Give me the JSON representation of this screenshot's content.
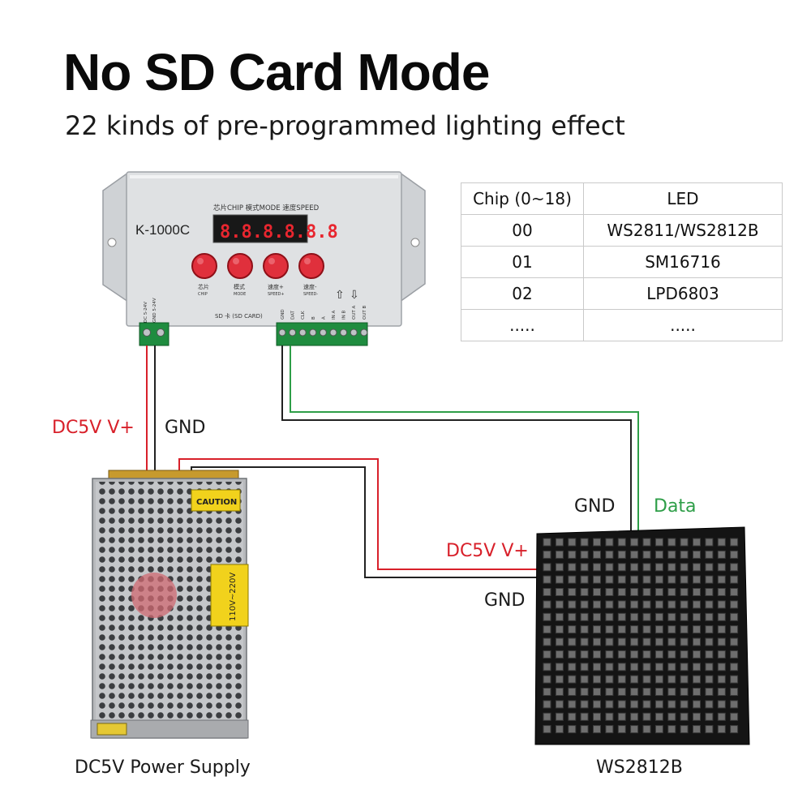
{
  "title": "No SD Card Mode",
  "subtitle": "22 kinds of pre-programmed lighting effect",
  "controller": {
    "model": "K-1000C",
    "display": "8.8.8.8.8.8",
    "header_label": "芯片CHIP  模式MODE  速度SPEED",
    "buttons": [
      {
        "label": "芯片",
        "sub": "CHIP"
      },
      {
        "label": "模式",
        "sub": "MODE"
      },
      {
        "label": "速度+",
        "sub": "SPEED+"
      },
      {
        "label": "速度-",
        "sub": "SPEED-"
      }
    ],
    "sd_label": "SD 卡 (SD CARD)",
    "input_terminals": [
      "DC 5-24V",
      "GND 5-24V"
    ],
    "output_terminals": [
      "GND",
      "DAT",
      "CLK",
      "B",
      "A",
      "IN A",
      "IN B",
      "OUT A",
      "OUT B"
    ]
  },
  "chip_table": {
    "headers": [
      "Chip (0~18)",
      "LED"
    ],
    "rows": [
      [
        "00",
        "WS2811/WS2812B"
      ],
      [
        "01",
        "SM16716"
      ],
      [
        "02",
        "LPD6803"
      ],
      [
        ".....",
        "....."
      ]
    ]
  },
  "wires": {
    "ctrl_vplus": "DC5V V+",
    "ctrl_gnd": "GND",
    "panel_gnd": "GND",
    "panel_data": "Data",
    "panel_vplus": "DC5V V+",
    "panel_gnd2": "GND"
  },
  "power_supply": {
    "caption": "DC5V Power Supply",
    "caution": "CAUTION",
    "rating": "110V~220V"
  },
  "led_panel": {
    "caption": "WS2812B",
    "rows": 16,
    "cols": 16
  },
  "colors": {
    "wire_red": "#d8202a",
    "wire_green": "#2e9e48",
    "wire_black": "#222222",
    "terminal_green": "#1f8c3f",
    "button_red": "#e0303c",
    "panel_black": "#141414"
  }
}
